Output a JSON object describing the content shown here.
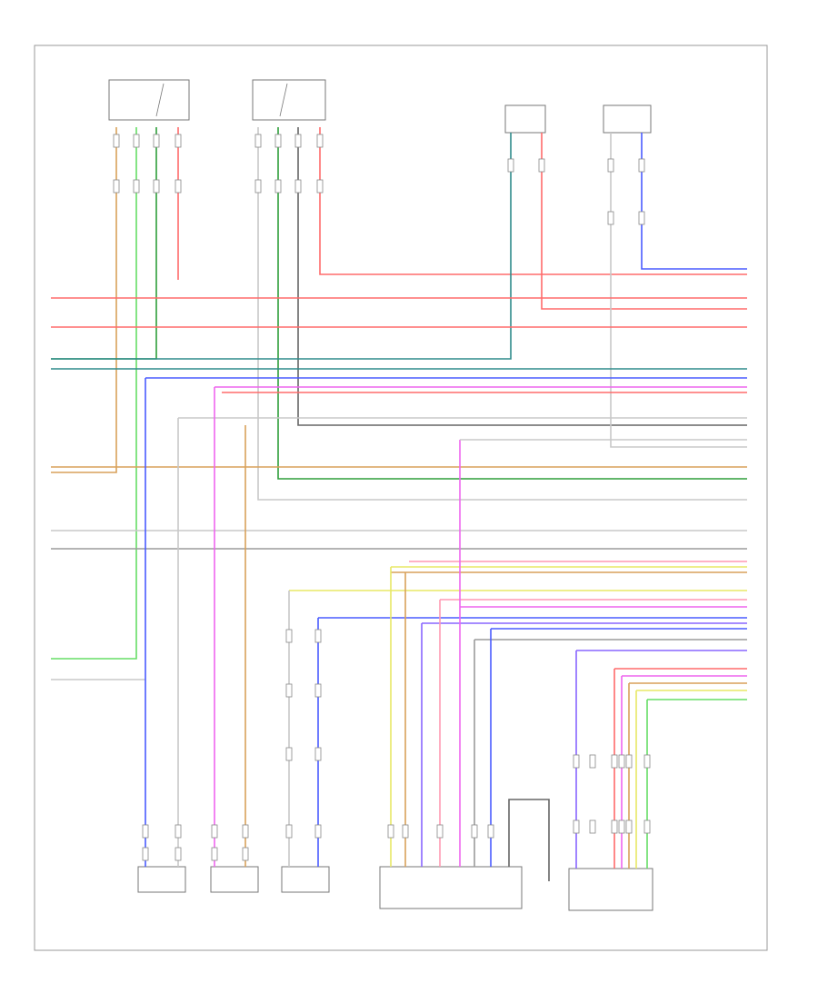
{
  "diagram": {
    "page_label": "",
    "colors": {
      "red": "#ff6b6b",
      "orange": "#d9a15a",
      "green": "#66dd66",
      "darkgreen": "#2e9e3a",
      "blue": "#4a5cff",
      "teal": "#2f8c8c",
      "gray": "#9b9b9b",
      "magenta": "#ee66ee",
      "yellow": "#e8e866",
      "pink": "#ff99b3",
      "purple": "#8866ff",
      "black": "#666666",
      "lightgray": "#c8c8c8",
      "brown": "#b8946e"
    },
    "components": [
      {
        "id": "upstream-o2-sensor-1",
        "label": ""
      },
      {
        "id": "upstream-o2-sensor-2",
        "label": ""
      },
      {
        "id": "oxygen-sensor-top-right",
        "label": ""
      },
      {
        "id": "sensor-top-far-right",
        "label": ""
      },
      {
        "id": "downstream-o2-sensor",
        "label": ""
      },
      {
        "id": "other-sensor",
        "label": ""
      },
      {
        "id": "engine-coolant-sensor",
        "label": ""
      },
      {
        "id": "accelerator-pedal-sensor",
        "label": ""
      },
      {
        "id": "instrument-panel-module",
        "label": ""
      }
    ]
  }
}
